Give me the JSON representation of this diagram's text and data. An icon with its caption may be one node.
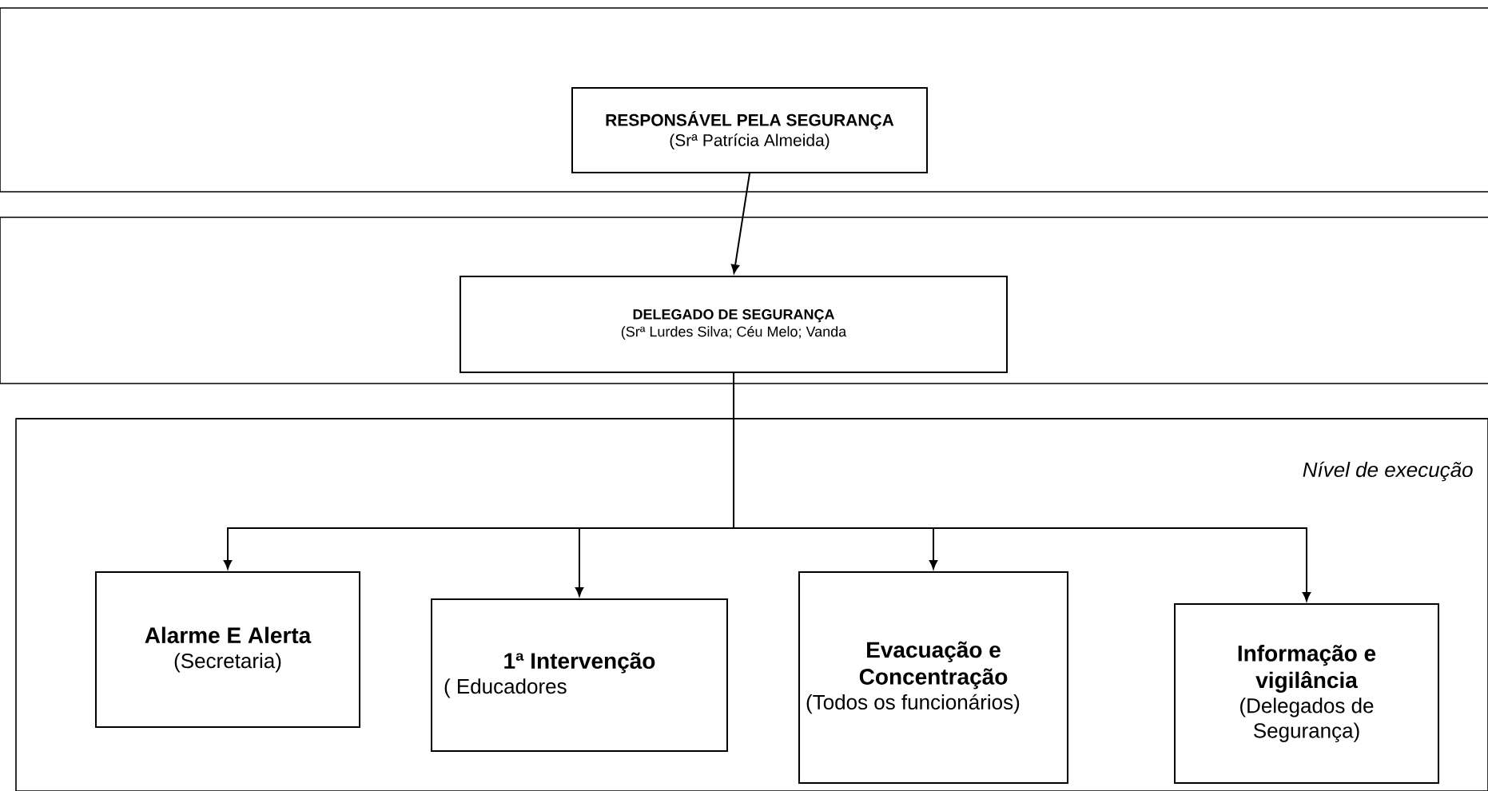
{
  "diagram": {
    "nodes": [
      {
        "text": [
          "RESPONSÁVEL PELA SEGURANÇA",
          "(Srª Patrícia Almeida)"
        ]
      },
      {
        "text": [
          "DELEGADO DE SEGURANÇA",
          "(Srª Lurdes Silva; Céu Melo; Vanda"
        ]
      },
      {
        "text": [
          "Nível de execução"
        ]
      },
      {
        "text": [
          "Alarme E Alerta",
          "(Secretaria)"
        ],
        "in": 2
      },
      {
        "text": [
          "1ª Intervenção",
          "( Educadores"
        ],
        "in": 2
      },
      {
        "text": [
          "Evacuação e Concentração",
          "(Todos os funcionários)"
        ],
        "in": 2
      },
      {
        "text": [
          "Informação e vigilância",
          "(Delegados de Segurança)"
        ],
        "in": 2
      }
    ],
    "edges": [
      {
        "from": 0,
        "to": 1,
        "arrow": "to"
      },
      {
        "from": 1,
        "to": 3,
        "arrow": "to"
      },
      {
        "from": 1,
        "to": 4,
        "arrow": "to"
      },
      {
        "from": 1,
        "to": 5,
        "arrow": "to"
      },
      {
        "from": 1,
        "to": 6,
        "arrow": "to"
      }
    ]
  }
}
